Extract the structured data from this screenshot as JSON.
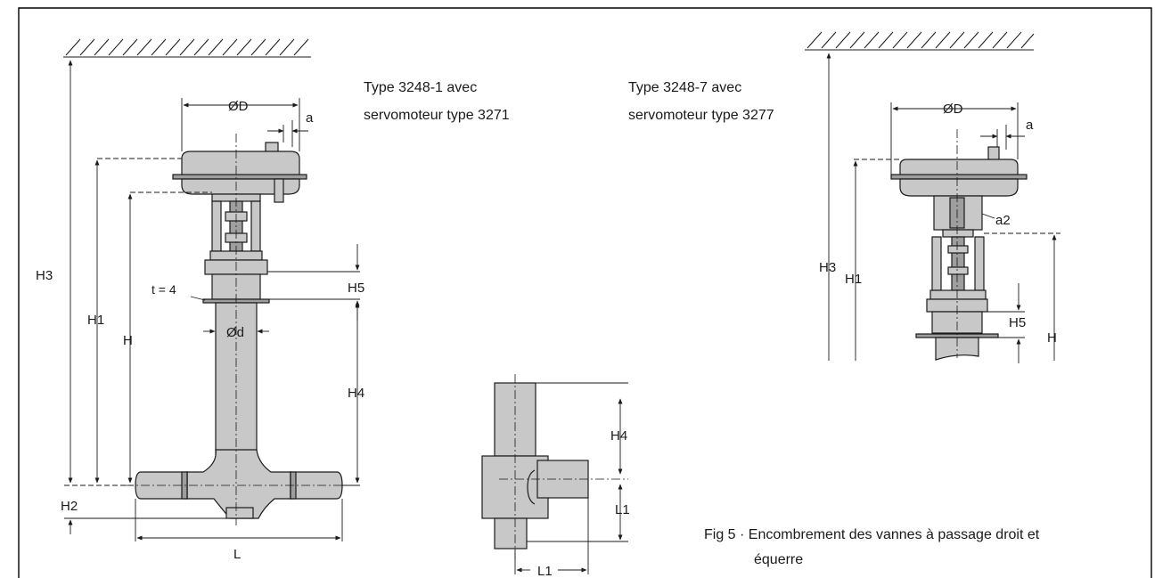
{
  "title_left": [
    "Type 3248-1 avec",
    "servomoteur type 3271"
  ],
  "title_right": [
    "Type 3248-7 avec",
    "servomoteur type 3277"
  ],
  "caption": [
    "Fig 5 · Encombrement des vannes à passage droit et",
    "équerre"
  ],
  "dims_left": {
    "phiD": "ØD",
    "a": "a",
    "H3": "H3",
    "H1": "H1",
    "H": "H",
    "t": "t = 4",
    "H5": "H5",
    "phid": "Ød",
    "H4": "H4",
    "H2": "H2",
    "L": "L"
  },
  "dims_angle": {
    "H4": "H4",
    "L1_v": "L1",
    "L1_h": "L1"
  },
  "dims_right": {
    "phiD": "ØD",
    "a": "a",
    "a2": "a2",
    "H3": "H3",
    "H1": "H1",
    "H5": "H5",
    "H": "H"
  }
}
